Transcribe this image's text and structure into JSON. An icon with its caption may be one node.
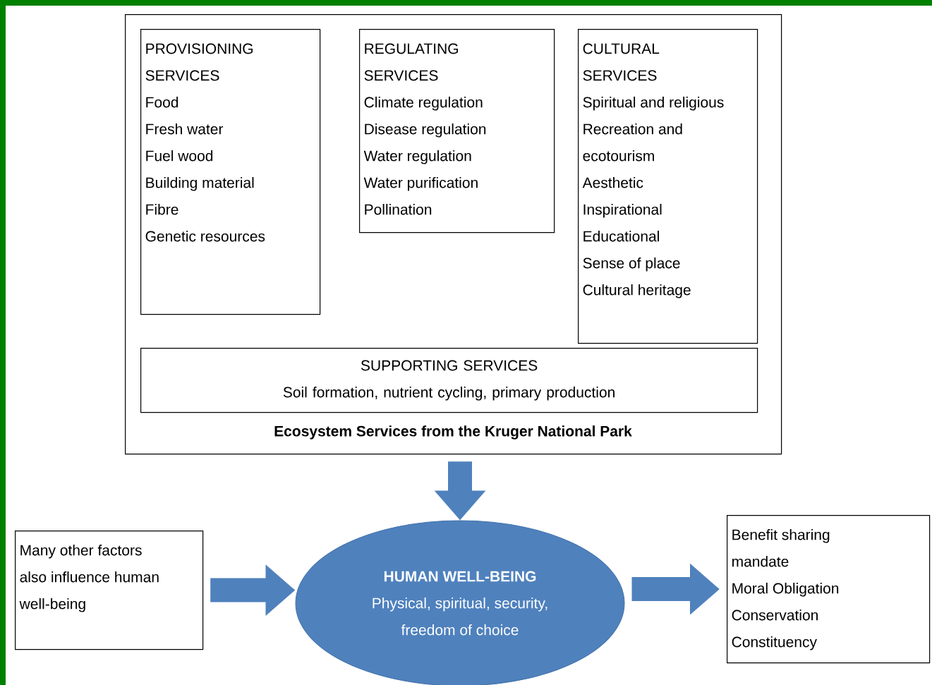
{
  "diagram": {
    "nodes": [
      {
        "text": [
          "Ecosystem Services from the Kruger National Park"
        ]
      },
      {
        "text": [
          "PROVISIONING SERVICES",
          "Food",
          "Fresh water",
          "Fuel wood",
          "Building material",
          "Fibre",
          "Genetic resources"
        ],
        "in": 0
      },
      {
        "text": [
          "REGULATING SERVICES",
          "Climate regulation",
          "Disease regulation",
          "Water regulation",
          "Water purification",
          "Pollination"
        ],
        "in": 0
      },
      {
        "text": [
          "CULTURAL SERVICES",
          "Spiritual and religious",
          "Recreation and ecotourism",
          "Aesthetic",
          "Inspirational",
          "Educational",
          "Sense of place",
          "Cultural heritage"
        ],
        "in": 0
      },
      {
        "text": [
          "SUPPORTING SERVICES",
          "Soil formation, nutrient cycling, primary production"
        ],
        "in": 0
      },
      {
        "text": [
          "Many other factors also influence human well-being"
        ]
      },
      {
        "text": [
          "HUMAN WELL-BEING",
          "Physical, spiritual, security, freedom of choice"
        ]
      },
      {
        "text": [
          "Benefit sharing mandate",
          "Moral Obligation",
          "Conservation",
          "Constituency"
        ]
      }
    ],
    "edges": [
      {
        "from": 0,
        "to": 6,
        "arrow": "to"
      },
      {
        "from": 5,
        "to": 6,
        "arrow": "to"
      },
      {
        "from": 6,
        "to": 7,
        "arrow": "to"
      }
    ]
  }
}
